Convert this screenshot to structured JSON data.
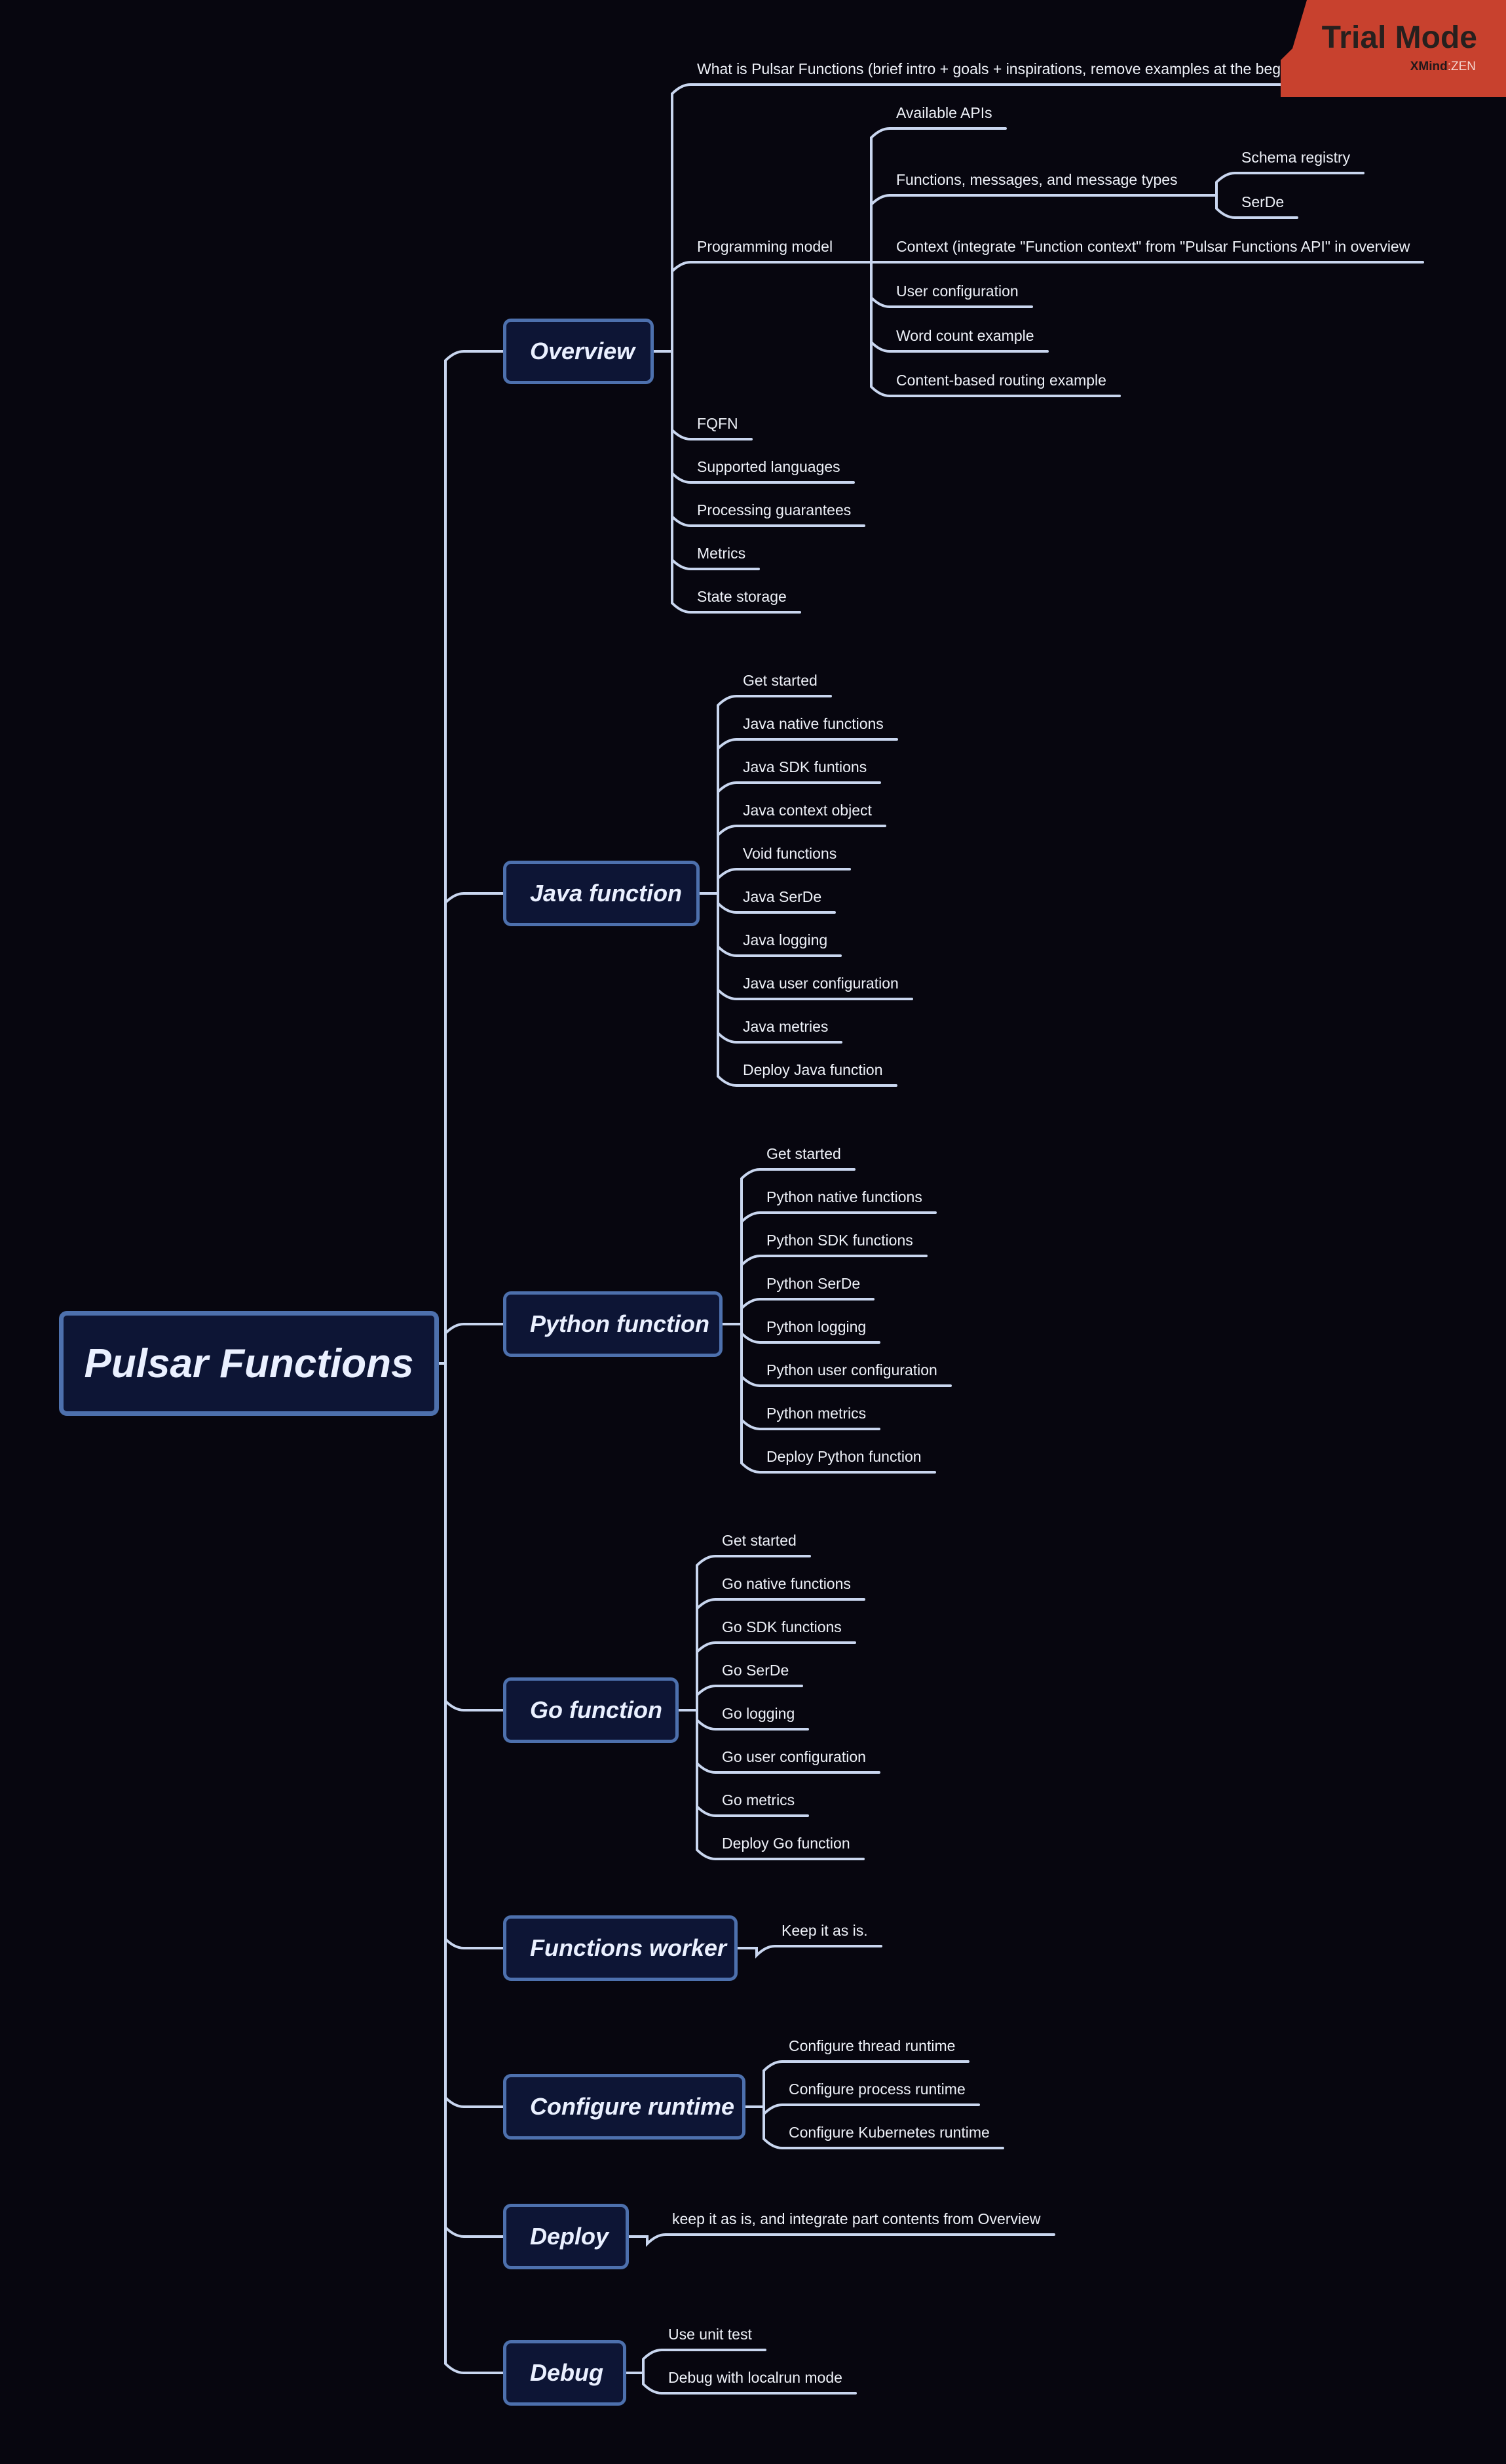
{
  "root": {
    "label": "Pulsar Functions"
  },
  "branches": [
    {
      "label": "Overview",
      "children": [
        {
          "label": "What is Pulsar Functions (brief intro + goals + inspirations, remove examples at the beginning)"
        },
        {
          "label": "Programming model",
          "children": [
            {
              "label": "Available APIs"
            },
            {
              "label": "Functions, messages, and message types",
              "children": [
                {
                  "label": "Schema registry"
                },
                {
                  "label": "SerDe"
                }
              ]
            },
            {
              "label": "Context (integrate \"Function context\" from \"Pulsar Functions API\" in overview"
            },
            {
              "label": "User configuration"
            },
            {
              "label": "Word count example"
            },
            {
              "label": "Content-based routing example"
            }
          ]
        },
        {
          "label": "FQFN"
        },
        {
          "label": "Supported languages"
        },
        {
          "label": "Processing guarantees"
        },
        {
          "label": "Metrics"
        },
        {
          "label": "State storage"
        }
      ]
    },
    {
      "label": "Java function",
      "children": [
        {
          "label": "Get started"
        },
        {
          "label": "Java native functions"
        },
        {
          "label": "Java SDK funtions"
        },
        {
          "label": "Java context object"
        },
        {
          "label": "Void functions"
        },
        {
          "label": "Java SerDe"
        },
        {
          "label": "Java logging"
        },
        {
          "label": "Java user configuration"
        },
        {
          "label": "Java metries"
        },
        {
          "label": "Deploy Java function"
        }
      ]
    },
    {
      "label": "Python function",
      "children": [
        {
          "label": "Get started"
        },
        {
          "label": "Python native functions"
        },
        {
          "label": "Python SDK functions"
        },
        {
          "label": "Python SerDe"
        },
        {
          "label": "Python logging"
        },
        {
          "label": "Python user configuration"
        },
        {
          "label": "Python metrics"
        },
        {
          "label": "Deploy Python function"
        }
      ]
    },
    {
      "label": "Go function",
      "children": [
        {
          "label": "Get started"
        },
        {
          "label": "Go native functions"
        },
        {
          "label": "Go SDK functions"
        },
        {
          "label": "Go SerDe"
        },
        {
          "label": "Go logging"
        },
        {
          "label": "Go user configuration"
        },
        {
          "label": "Go metrics"
        },
        {
          "label": "Deploy Go function"
        }
      ]
    },
    {
      "label": "Functions worker",
      "children": [
        {
          "label": "Keep it as is."
        }
      ]
    },
    {
      "label": "Configure runtime",
      "children": [
        {
          "label": "Configure thread runtime"
        },
        {
          "label": "Configure process runtime"
        },
        {
          "label": "Configure Kubernetes runtime"
        }
      ]
    },
    {
      "label": "Deploy",
      "children": [
        {
          "label": "keep it as is, and integrate part contents from Overview"
        }
      ]
    },
    {
      "label": "Debug",
      "children": [
        {
          "label": "Use unit test"
        },
        {
          "label": "Debug with localrun mode"
        }
      ]
    }
  ],
  "badge": {
    "title": "Trial Mode",
    "brand": "XMind",
    "separator": ":",
    "edition": "ZEN"
  },
  "colors": {
    "background": "#07060f",
    "line": "#c9d6ef",
    "node_fill": "#0d1535",
    "node_border": "#4d70ad",
    "badge": "#c8412e"
  }
}
